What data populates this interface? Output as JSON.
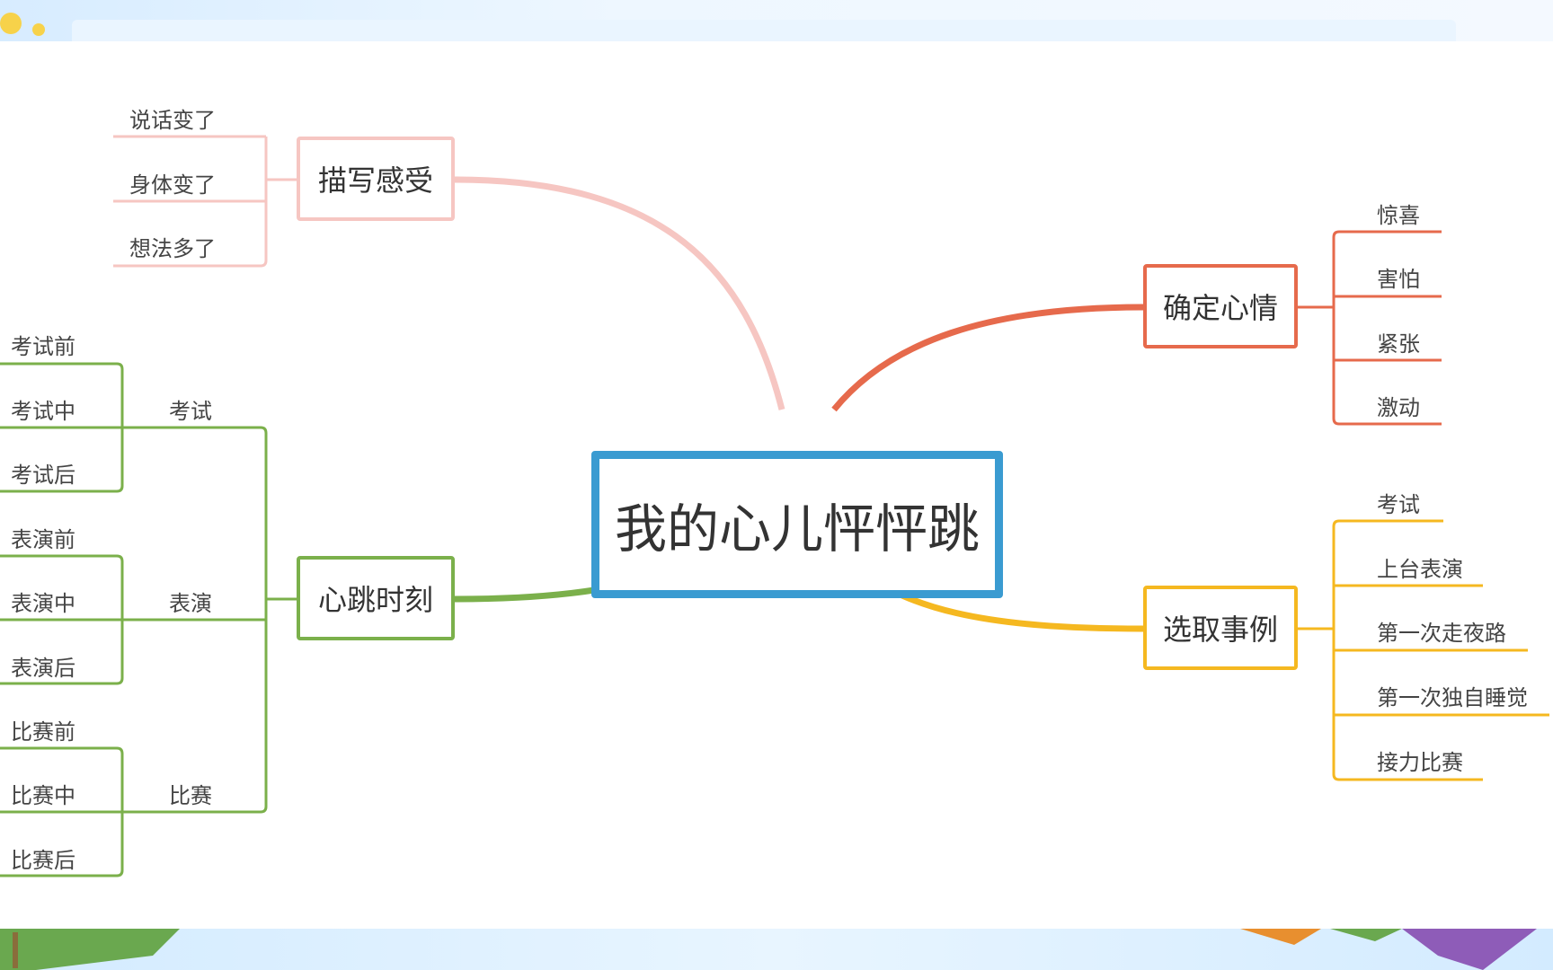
{
  "mindmap": {
    "center": "我的心儿怦怦跳",
    "colors": {
      "center": "#3a9bd1",
      "describe": "#f6c6c2",
      "mood": "#e66a4c",
      "moment": "#7bb04b",
      "examples": "#f5b820"
    },
    "branches": {
      "describe": {
        "title": "描写感受",
        "leaves": [
          "说话变了",
          "身体变了",
          "想法多了"
        ]
      },
      "mood": {
        "title": "确定心情",
        "leaves": [
          "惊喜",
          "害怕",
          "紧张",
          "激动"
        ]
      },
      "moment": {
        "title": "心跳时刻",
        "groups": [
          {
            "label": "考试",
            "leaves": [
              "考试前",
              "考试中",
              "考试后"
            ]
          },
          {
            "label": "表演",
            "leaves": [
              "表演前",
              "表演中",
              "表演后"
            ]
          },
          {
            "label": "比赛",
            "leaves": [
              "比赛前",
              "比赛中",
              "比赛后"
            ]
          }
        ]
      },
      "examples": {
        "title": "选取事例",
        "leaves": [
          "考试",
          "上台表演",
          "第一次走夜路",
          "第一次独自睡觉",
          "接力比赛"
        ]
      }
    }
  }
}
